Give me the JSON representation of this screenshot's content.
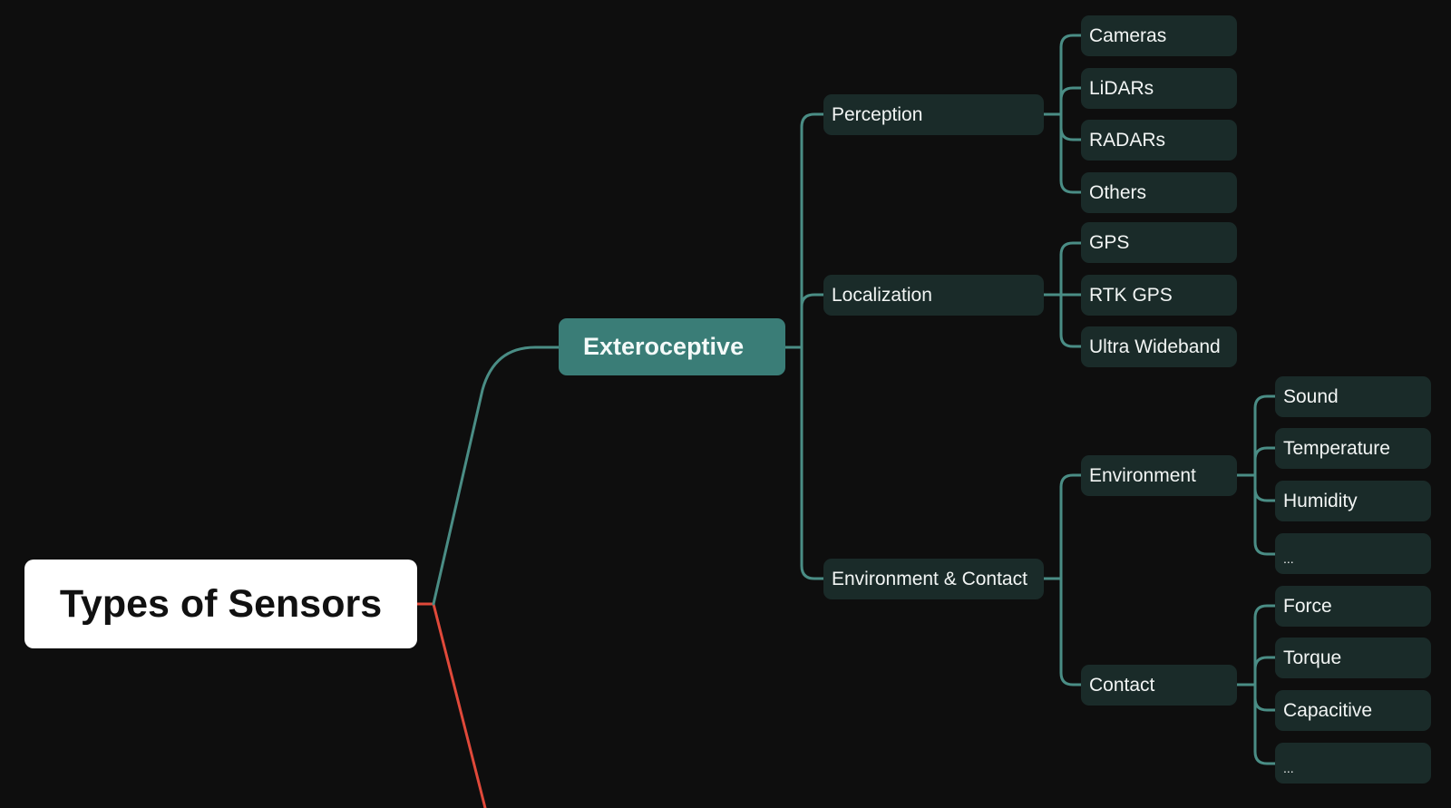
{
  "colors": {
    "background": "#0e0e0e",
    "root_fill": "#ffffff",
    "branch_fill": "#3a7d77",
    "node_fill": "#1a2b29",
    "branch_link": "#4a8d85",
    "second_branch_link": "#e0493a"
  },
  "root": {
    "label": "Types of Sensors"
  },
  "branch": {
    "label": "Exteroceptive",
    "groups": [
      {
        "label": "Perception",
        "children": [
          "Cameras",
          "LiDARs",
          "RADARs",
          "Others"
        ]
      },
      {
        "label": "Localization",
        "children": [
          "GPS",
          "RTK GPS",
          "Ultra Wideband"
        ]
      },
      {
        "label": "Environment & Contact",
        "subgroups": [
          {
            "label": "Environment",
            "children": [
              "Sound",
              "Temperature",
              "Humidity",
              "..."
            ]
          },
          {
            "label": "Contact",
            "children": [
              "Force",
              "Torque",
              "Capacitive",
              "..."
            ]
          }
        ]
      }
    ]
  }
}
